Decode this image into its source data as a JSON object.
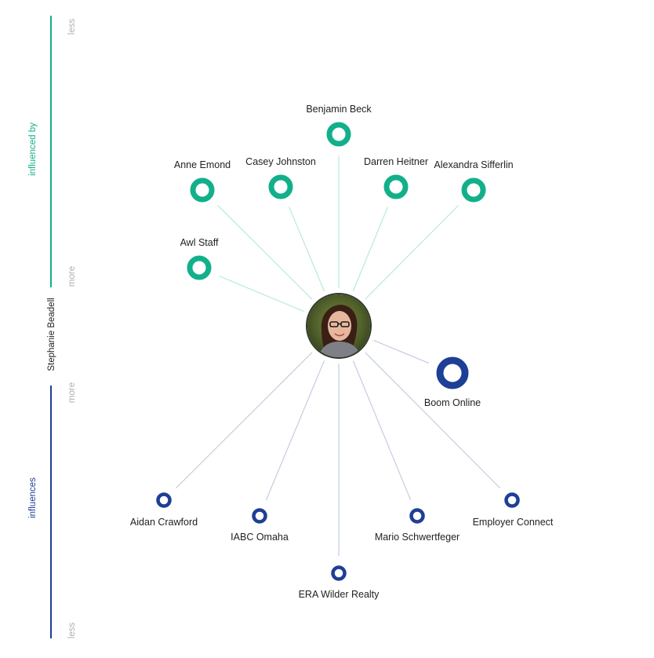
{
  "axis": {
    "influenced_by_label": "influenced by",
    "influences_label": "influences",
    "center_name": "Stephanie Beadell",
    "top_less": "less",
    "top_more": "more",
    "bottom_more": "more",
    "bottom_less": "less"
  },
  "colors": {
    "influenced_by": "#12b08a",
    "influences": "#1e3f96",
    "edge_influenced_by": "#b9e9dc",
    "edge_influences": "#c3cde0",
    "axis_muted": "#b0b0b0"
  },
  "center": {
    "name": "Stephanie Beadell",
    "icon": "profile-photo"
  },
  "influenced_by": [
    {
      "id": "benjamin-beck",
      "name": "Benjamin Beck"
    },
    {
      "id": "anne-emond",
      "name": "Anne Emond"
    },
    {
      "id": "casey-johnston",
      "name": "Casey Johnston"
    },
    {
      "id": "darren-heitner",
      "name": "Darren Heitner"
    },
    {
      "id": "alexandra-sifferlin",
      "name": "Alexandra Sifferlin"
    },
    {
      "id": "awl-staff",
      "name": "Awl Staff"
    }
  ],
  "influences": [
    {
      "id": "boom-online",
      "name": "Boom Online"
    },
    {
      "id": "aidan-crawford",
      "name": "Aidan Crawford"
    },
    {
      "id": "iabc-omaha",
      "name": "IABC Omaha"
    },
    {
      "id": "mario-schwertfeger",
      "name": "Mario Schwertfeger"
    },
    {
      "id": "employer-connect",
      "name": "Employer Connect"
    },
    {
      "id": "era-wilder-realty",
      "name": "ERA Wilder Realty"
    }
  ]
}
